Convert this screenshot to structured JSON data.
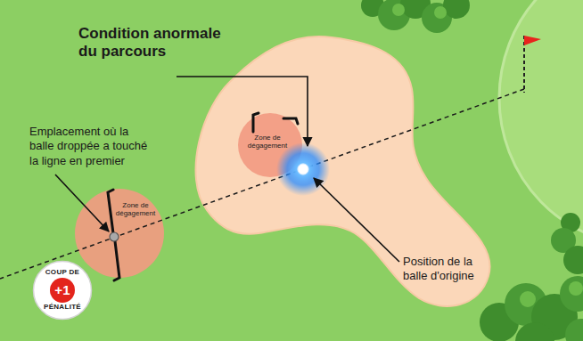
{
  "diagram": {
    "nodes": [
      {
        "text": [
          "Zone de dégagement"
        ]
      },
      {
        "text": [
          "Zone de dégagement"
        ]
      },
      {
        "text": [
          "COUP DE",
          "+1",
          "PÉNALITÉ"
        ]
      }
    ],
    "labels": [
      "Condition anormale du parcours",
      "Emplacement où la balle droppée a touché la ligne en premier",
      "Position de la balle d'origine"
    ]
  }
}
